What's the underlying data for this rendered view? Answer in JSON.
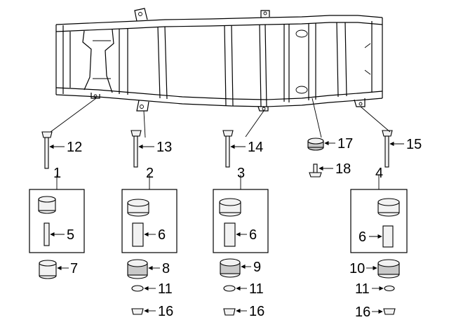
{
  "callouts": {
    "c1": "1",
    "c2": "2",
    "c3": "3",
    "c4": "4",
    "c5": "5",
    "c6a": "6",
    "c6b": "6",
    "c6c": "6",
    "c7": "7",
    "c8": "8",
    "c9": "9",
    "c10": "10",
    "c11a": "11",
    "c11b": "11",
    "c11c": "11",
    "c12": "12",
    "c13": "13",
    "c14": "14",
    "c15": "15",
    "c16a": "16",
    "c16b": "16",
    "c16c": "16",
    "c17": "17",
    "c18": "18"
  }
}
